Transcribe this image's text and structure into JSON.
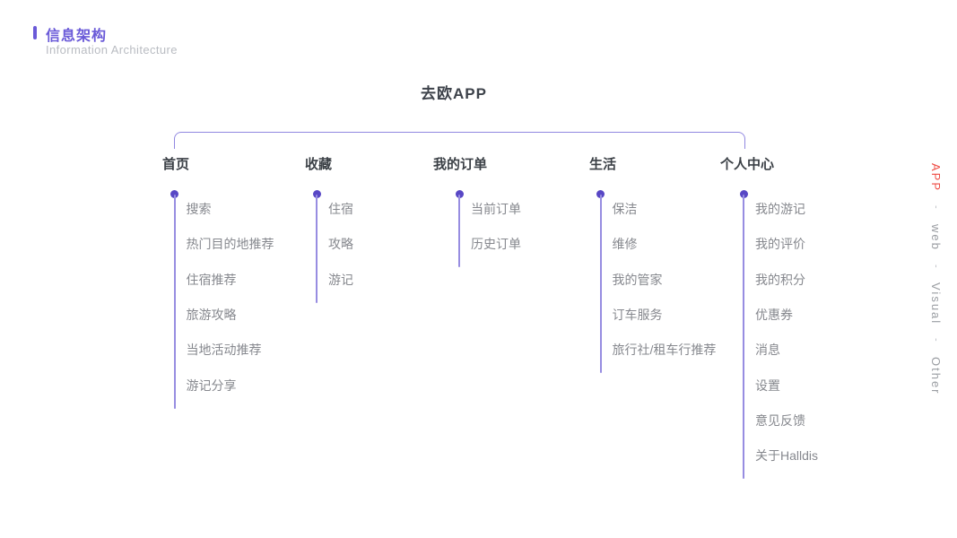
{
  "page_header": {
    "title_cn": "信息架构",
    "title_en": "Information Architecture"
  },
  "diagram": {
    "root_label": "去欧APP",
    "columns": [
      {
        "label": "首页",
        "items": [
          "搜索",
          "热门目的地推荐",
          "住宿推荐",
          "旅游攻略",
          "当地活动推荐",
          "游记分享"
        ]
      },
      {
        "label": "收藏",
        "items": [
          "住宿",
          "攻略",
          "游记"
        ]
      },
      {
        "label": "我的订单",
        "items": [
          "当前订单",
          "历史订单"
        ]
      },
      {
        "label": "生活",
        "items": [
          "保洁",
          "维修",
          "我的管家",
          "订车服务",
          "旅行社/租车行推荐"
        ]
      },
      {
        "label": "个人中心",
        "items": [
          "我的游记",
          "我的评价",
          "我的积分",
          "优惠券",
          "消息",
          "设置",
          "意见反馈",
          "关于Halldis"
        ]
      }
    ]
  },
  "side_nav": {
    "separator": "-",
    "items": [
      {
        "label": "APP",
        "active": true
      },
      {
        "label": "web",
        "active": false
      },
      {
        "label": "Visual",
        "active": false
      },
      {
        "label": "Other",
        "active": false
      }
    ]
  },
  "colors": {
    "accent_purple": "#6a5ad8",
    "line_purple": "#978de1",
    "dot_purple": "#5847c5",
    "active_red": "#ee4b43",
    "heading_dark": "#3b4046",
    "item_gray": "#86888e",
    "muted_gray": "#b9bcc2"
  }
}
